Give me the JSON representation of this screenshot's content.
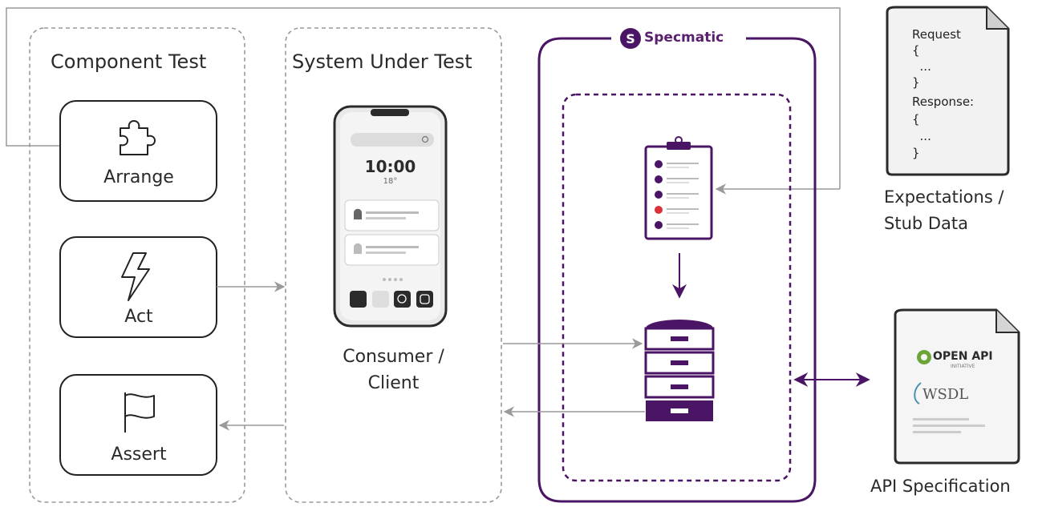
{
  "component_test": {
    "title": "Component Test",
    "steps": [
      "Arrange",
      "Act",
      "Assert"
    ]
  },
  "system_under_test": {
    "title": "System Under Test",
    "caption_line1": "Consumer /",
    "caption_line2": "Client",
    "phone": {
      "time": "10:00",
      "temperature": "18°"
    }
  },
  "specmatic": {
    "brand": "Specmatic",
    "brand_color": "#4b1566"
  },
  "expectations": {
    "doc_lines": [
      "Request",
      "{",
      "  ...",
      "}",
      "Response:",
      "{",
      "  ...",
      "}"
    ],
    "caption_line1": "Expectations /",
    "caption_line2": "Stub Data"
  },
  "api_spec": {
    "openapi_logo": "OPEN API",
    "openapi_sub": "INITIATIVE",
    "wsdl_logo": "WSDL",
    "caption": "API Specification"
  },
  "colors": {
    "purple": "#4b1566",
    "arrow_grey": "#9a9a9a",
    "border_grey": "#999999"
  }
}
